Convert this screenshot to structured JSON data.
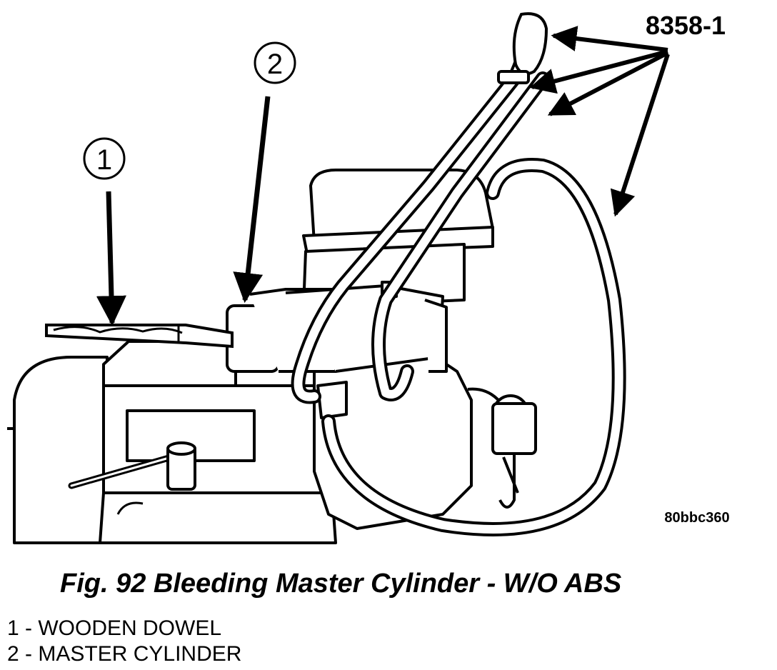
{
  "figure": {
    "tool_label": "8358-1",
    "callouts": [
      {
        "number": "1",
        "text": "WOODEN DOWEL"
      },
      {
        "number": "2",
        "text": "MASTER CYLINDER"
      }
    ],
    "reference_code": "80bbc360",
    "caption": "Fig. 92 Bleeding Master Cylinder - W/O ABS",
    "legend": [
      {
        "number": "1",
        "separator": " - ",
        "text": "WOODEN DOWEL"
      },
      {
        "number": "2",
        "separator": " - ",
        "text": "MASTER CYLINDER"
      }
    ]
  }
}
